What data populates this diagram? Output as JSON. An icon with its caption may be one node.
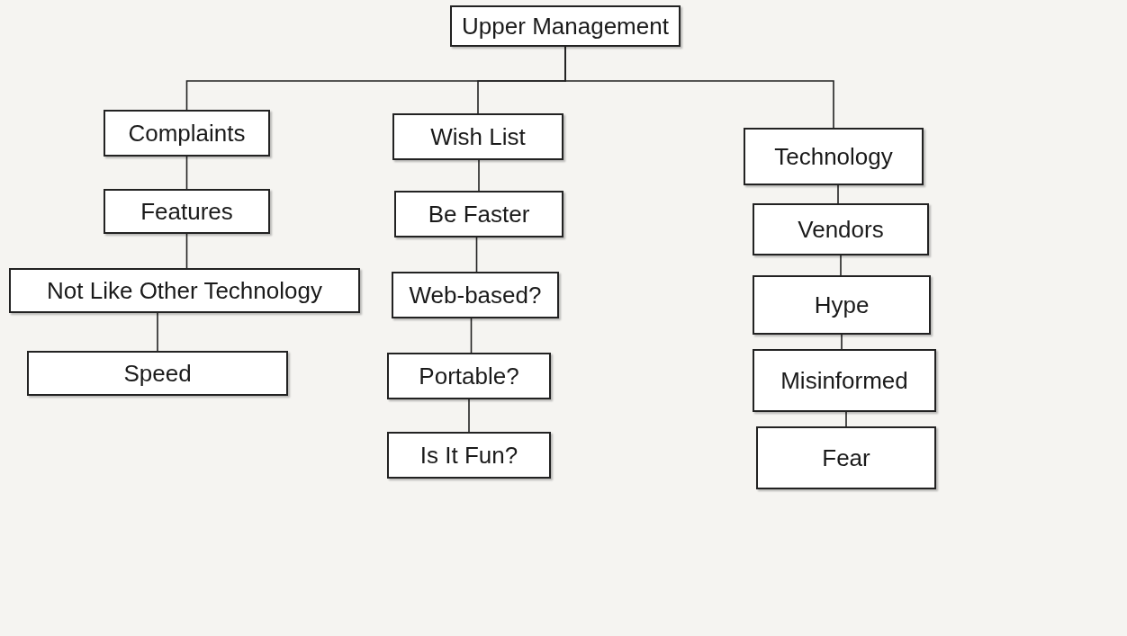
{
  "diagram": {
    "nodes": [
      {
        "text": [
          "Upper Management"
        ]
      },
      {
        "text": [
          "Complaints"
        ]
      },
      {
        "text": [
          "Wish List"
        ]
      },
      {
        "text": [
          "Technology"
        ]
      },
      {
        "text": [
          "Features"
        ]
      },
      {
        "text": [
          "Be Faster"
        ]
      },
      {
        "text": [
          "Vendors"
        ]
      },
      {
        "text": [
          "Not Like Other Technology"
        ]
      },
      {
        "text": [
          "Web-based?"
        ]
      },
      {
        "text": [
          "Hype"
        ]
      },
      {
        "text": [
          "Speed"
        ]
      },
      {
        "text": [
          "Portable?"
        ]
      },
      {
        "text": [
          "Misinformed"
        ]
      },
      {
        "text": [
          "Is It Fun?"
        ]
      },
      {
        "text": [
          "Fear"
        ]
      }
    ],
    "edges": [
      {
        "from": 0,
        "to": 1,
        "arrow": "none"
      },
      {
        "from": 0,
        "to": 2,
        "arrow": "none"
      },
      {
        "from": 0,
        "to": 3,
        "arrow": "none"
      },
      {
        "from": 1,
        "to": 4,
        "arrow": "none"
      },
      {
        "from": 4,
        "to": 7,
        "arrow": "none"
      },
      {
        "from": 7,
        "to": 10,
        "arrow": "none"
      },
      {
        "from": 2,
        "to": 5,
        "arrow": "none"
      },
      {
        "from": 5,
        "to": 8,
        "arrow": "none"
      },
      {
        "from": 8,
        "to": 11,
        "arrow": "none"
      },
      {
        "from": 11,
        "to": 13,
        "arrow": "none"
      },
      {
        "from": 3,
        "to": 6,
        "arrow": "none"
      },
      {
        "from": 6,
        "to": 9,
        "arrow": "none"
      },
      {
        "from": 9,
        "to": 12,
        "arrow": "none"
      },
      {
        "from": 12,
        "to": 14,
        "arrow": "none"
      }
    ]
  }
}
